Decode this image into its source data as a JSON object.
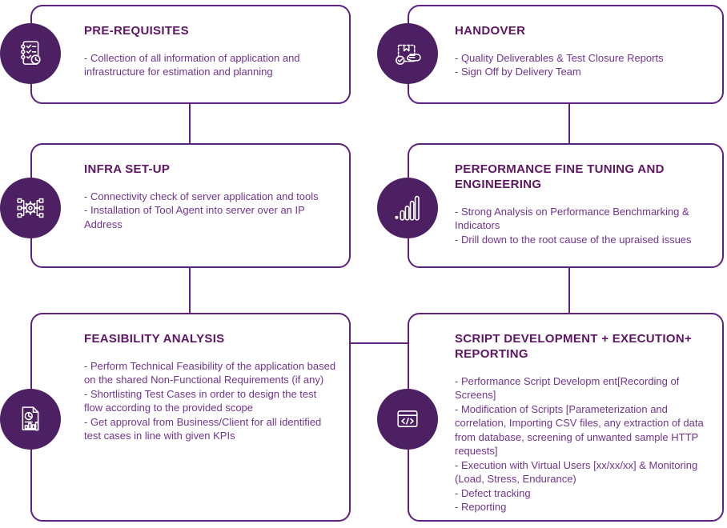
{
  "theme": {
    "border_color": "#5f2180",
    "circle_color": "#4c2063",
    "title_color": "#5d1664",
    "body_color": "#70348f",
    "background": "#ffffff"
  },
  "boxes": [
    {
      "id": "pre-requisites",
      "title": "PRE-REQUISITES",
      "body": "- Collection of all information of application and infrastructure for estimation and planning",
      "icon": "checklist-icon"
    },
    {
      "id": "handover",
      "title": "HANDOVER",
      "body": "- Quality Deliverables & Test Closure Reports\n- Sign Off by Delivery Team",
      "icon": "package-hand-icon"
    },
    {
      "id": "infra-set-up",
      "title": "INFRA SET-UP",
      "body": "- Connectivity check of server application and tools\n- Installation of Tool Agent into server over an IP Address",
      "icon": "network-gear-icon"
    },
    {
      "id": "performance-fine-tuning",
      "title": "PERFORMANCE FINE TUNING AND ENGINEERING",
      "body": "- Strong Analysis on Performance Benchmarking & Indicators\n- Drill down to the root cause of the upraised issues",
      "icon": "signal-bars-icon"
    },
    {
      "id": "feasibility-analysis",
      "title": "FEASIBILITY ANALYSIS",
      "body": "- Perform Technical Feasibility of the application based on the shared Non-Functional Requirements (if any)\n- Shortlisting Test Cases in order to design the test flow according to the provided scope\n- Get approval from Business/Client for all identified test cases in line with given KPIs",
      "icon": "report-chart-icon"
    },
    {
      "id": "script-development",
      "title": "SCRIPT DEVELOPMENT + EXECUTION+ REPORTING",
      "body": "- Performance Script Developm ent[Recording of Screens]\n- Modification of Scripts [Parameterization and correlation, Importing CSV files, any extraction of data from database, screening of unwanted sample HTTP requests]\n- Execution with Virtual Users [xx/xx/xx] & Monitoring (Load, Stress, Endurance)\n- Defect tracking\n- Reporting",
      "icon": "code-window-icon"
    }
  ]
}
